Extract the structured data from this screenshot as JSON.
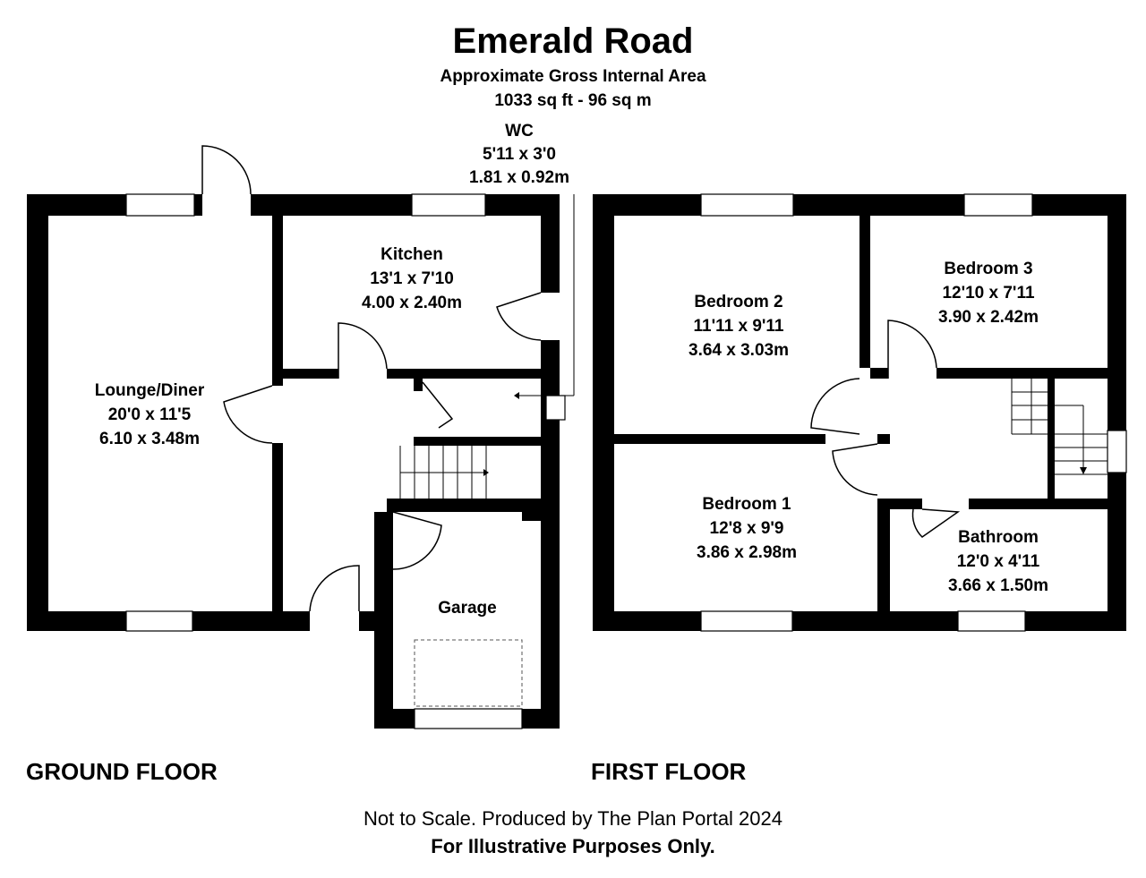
{
  "header": {
    "title": "Emerald Road",
    "area_label": "Approximate Gross Internal Area",
    "area_value": "1033 sq ft - 96 sq m"
  },
  "ground_floor": {
    "label": "GROUND FLOOR",
    "rooms": {
      "wc": {
        "name": "WC",
        "imperial": "5'11 x 3'0",
        "metric": "1.81 x 0.92m"
      },
      "kitchen": {
        "name": "Kitchen",
        "imperial": "13'1 x 7'10",
        "metric": "4.00 x 2.40m"
      },
      "lounge": {
        "name": "Lounge/Diner",
        "imperial": "20'0 x 11'5",
        "metric": "6.10 x 3.48m"
      },
      "garage": {
        "name": "Garage"
      }
    }
  },
  "first_floor": {
    "label": "FIRST FLOOR",
    "rooms": {
      "bedroom2": {
        "name": "Bedroom 2",
        "imperial": "11'11 x 9'11",
        "metric": "3.64 x 3.03m"
      },
      "bedroom3": {
        "name": "Bedroom 3",
        "imperial": "12'10 x 7'11",
        "metric": "3.90 x 2.42m"
      },
      "bedroom1": {
        "name": "Bedroom 1",
        "imperial": "12'8 x 9'9",
        "metric": "3.86 x 2.98m"
      },
      "bathroom": {
        "name": "Bathroom",
        "imperial": "12'0 x 4'11",
        "metric": "3.66 x 1.50m"
      }
    }
  },
  "footer": {
    "credit": "Not to Scale. Produced by The Plan Portal 2024",
    "disclaimer": "For Illustrative Purposes Only."
  }
}
